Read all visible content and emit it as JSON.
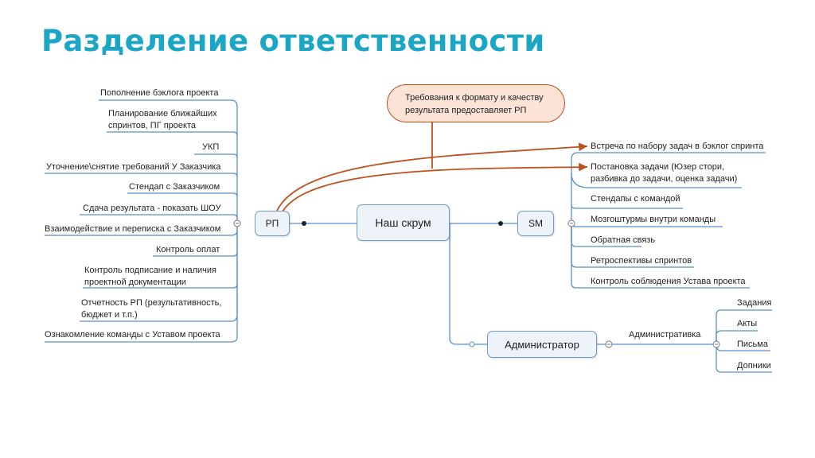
{
  "title": "Разделение ответственности",
  "colors": {
    "title": "#1aa6c4",
    "branch": "#5b8fc7",
    "relation": "#c0501e"
  },
  "central": "Наш скрум",
  "rp": {
    "label": "РП",
    "items": [
      "Пополнение бэклога проекта",
      "Планирование ближайших\nспринтов, ПГ проекта",
      "УКП",
      "Уточнение\\снятие требований У Заказчика",
      "Стендап с Заказчиком",
      "Сдача результата - показать ШОУ",
      "Взаимодействие и переписка с Заказчиком",
      "Контроль оплат",
      "Контроль подписание и наличия\nпроектной документации",
      "Отчетность РП (результативность,\nбюджет и т.п.)",
      "Ознакомление команды с Уставом проекта"
    ]
  },
  "sm": {
    "label": "SM",
    "items": [
      "Встреча по набору задач в бэклог спринта",
      "Постановка задачи (Юзер стори,\nразбивка до задачи, оценка задачи)",
      "Стендапы с командой",
      "Мозгоштурмы внутри команды",
      "Обратная связь",
      "Ретроспективы спринтов",
      "Контроль соблюдения Устава проекта"
    ]
  },
  "admin": {
    "label": "Администратор",
    "sub": "Административка",
    "items": [
      "Задания",
      "Акты",
      "Письма",
      "Допники"
    ]
  },
  "callout": "Требования к формату и качеству\nрезультата предоставляет РП"
}
